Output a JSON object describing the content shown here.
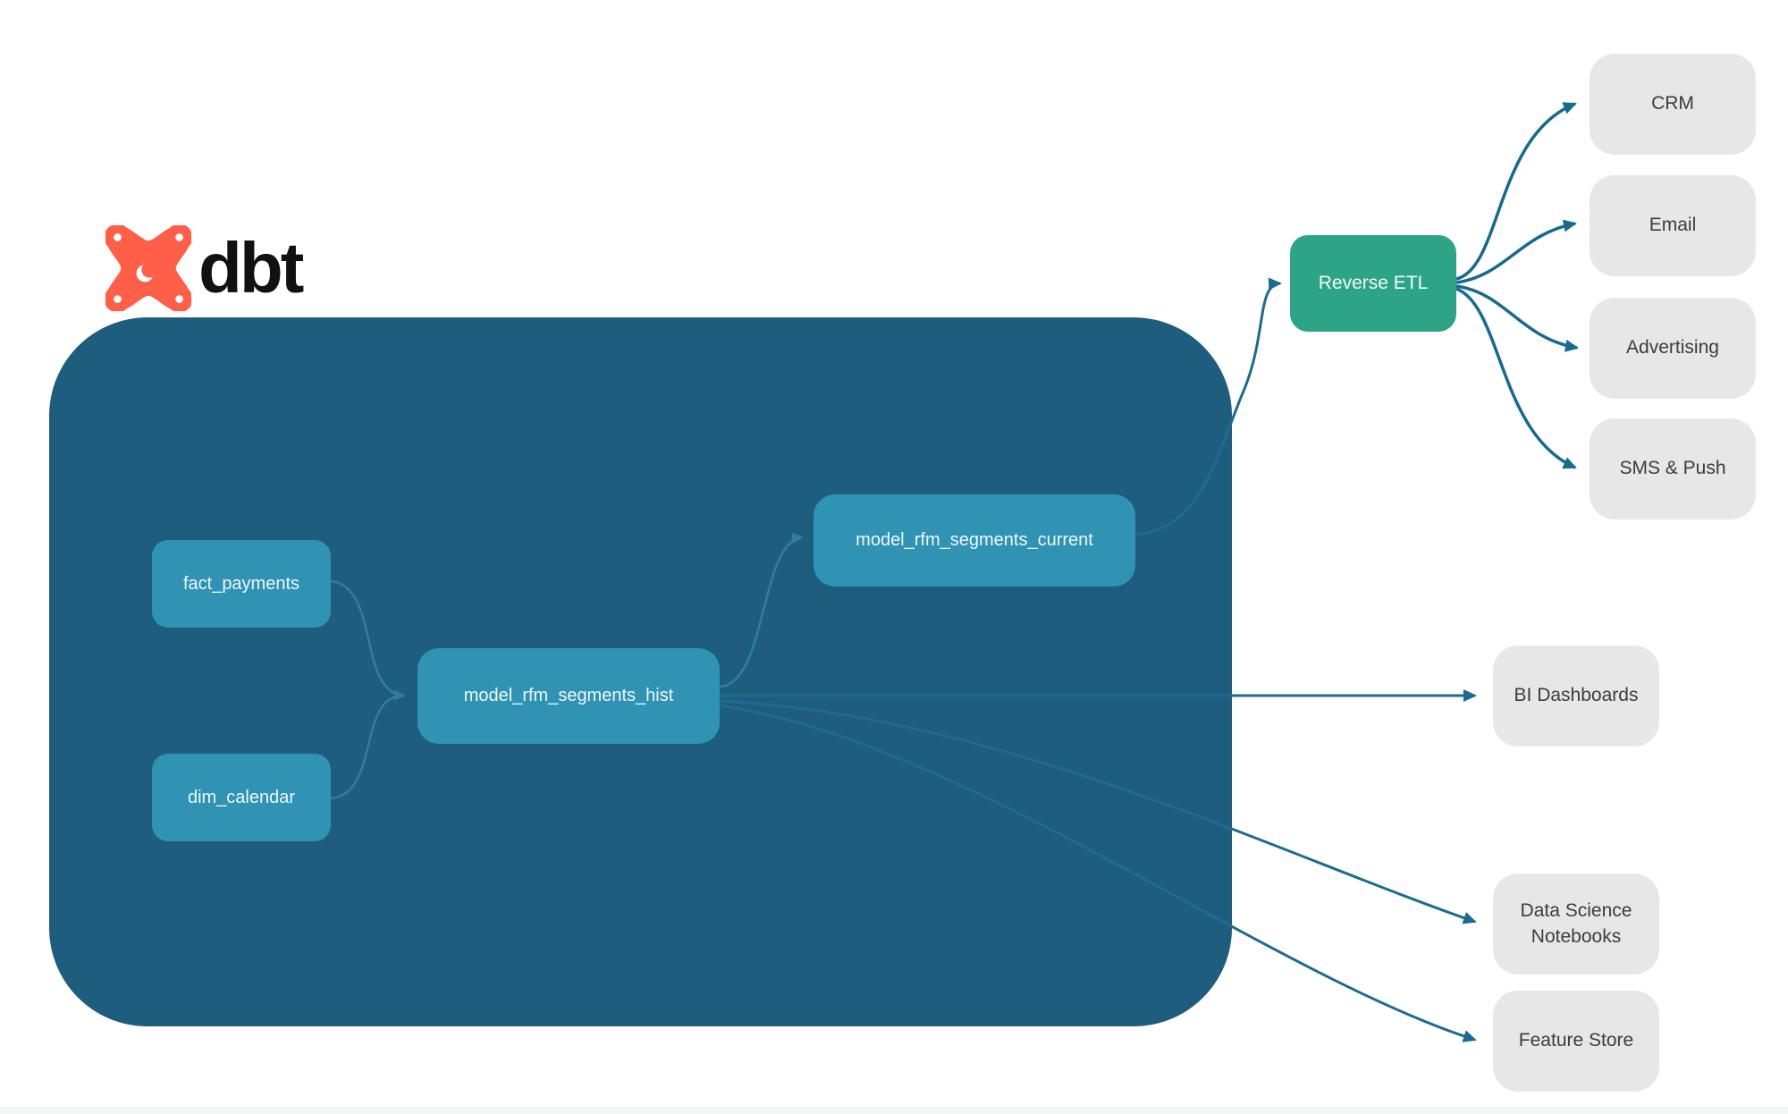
{
  "logo": {
    "brand": "dbt"
  },
  "nodes": {
    "fact_payments": {
      "label": "fact_payments"
    },
    "dim_calendar": {
      "label": "dim_calendar"
    },
    "hist": {
      "label": "model_rfm_segments_hist"
    },
    "current": {
      "label": "model_rfm_segments_current"
    },
    "reverse_etl": {
      "label": "Reverse ETL"
    },
    "crm": {
      "label": "CRM"
    },
    "email": {
      "label": "Email"
    },
    "advertising": {
      "label": "Advertising"
    },
    "sms_push": {
      "label": "SMS & Push"
    },
    "bi_dashboards": {
      "label": "BI Dashboards"
    },
    "ds_notebooks": {
      "label": "Data Science Notebooks"
    },
    "feature_store": {
      "label": "Feature Store"
    }
  },
  "edges": [
    {
      "from": "fact_payments",
      "to": "model_rfm_segments_hist"
    },
    {
      "from": "dim_calendar",
      "to": "model_rfm_segments_hist"
    },
    {
      "from": "model_rfm_segments_hist",
      "to": "model_rfm_segments_current"
    },
    {
      "from": "model_rfm_segments_current",
      "to": "Reverse ETL"
    },
    {
      "from": "Reverse ETL",
      "to": "CRM"
    },
    {
      "from": "Reverse ETL",
      "to": "Email"
    },
    {
      "from": "Reverse ETL",
      "to": "Advertising"
    },
    {
      "from": "Reverse ETL",
      "to": "SMS & Push"
    },
    {
      "from": "model_rfm_segments_hist",
      "to": "BI Dashboards"
    },
    {
      "from": "model_rfm_segments_hist",
      "to": "Data Science Notebooks"
    },
    {
      "from": "model_rfm_segments_hist",
      "to": "Feature Store"
    }
  ],
  "colors": {
    "container": "#1e5d7d",
    "model_node": "#3093b4",
    "reverse_etl": "#2ea487",
    "destination_node": "#e7e7e7",
    "edge_inner": "#2f7e9c",
    "edge_outer": "#1d6b8f",
    "logo_orange": "#ff5e49"
  }
}
